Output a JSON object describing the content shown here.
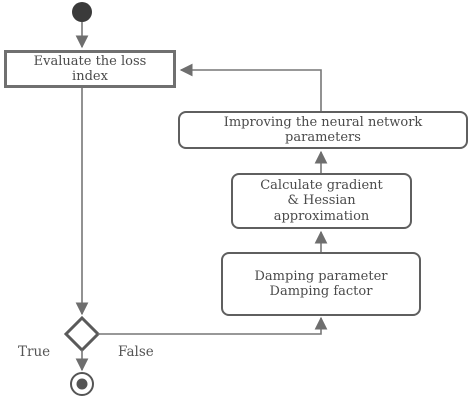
{
  "nodes": {
    "evaluate_loss": "Evaluate the loss\nindex",
    "improve_params": "Improving the neural network\nparameters",
    "calc_gradient": "Calculate gradient\n& Hessian\napproximation",
    "damping": "Damping parameter\nDamping factor"
  },
  "labels": {
    "true": "True",
    "false": "False"
  },
  "colors": {
    "line": "#777777",
    "border": "#5f5f5f",
    "start_dot": "#3a3a3a"
  }
}
